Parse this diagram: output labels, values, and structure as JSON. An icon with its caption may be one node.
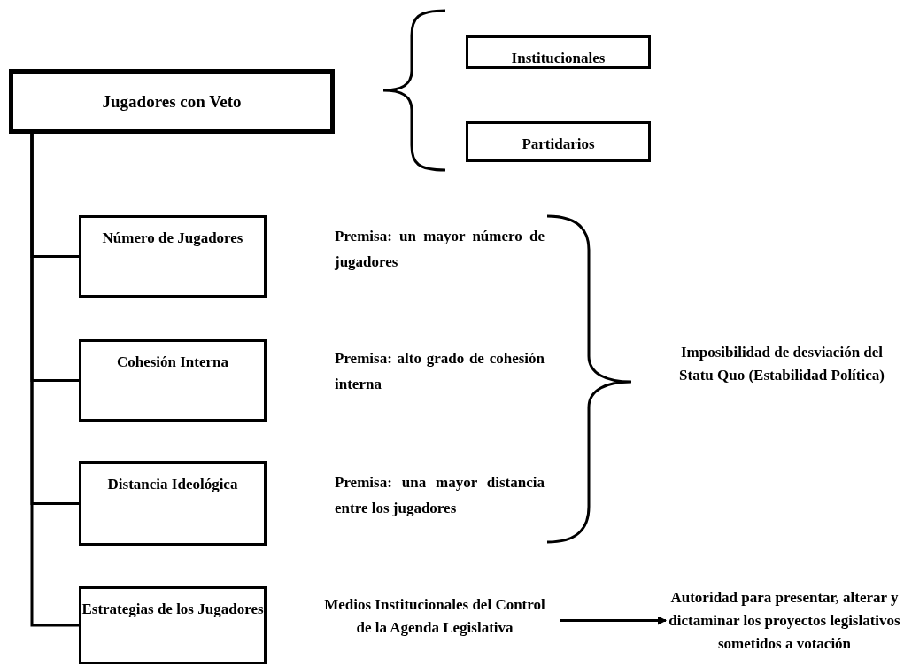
{
  "diagram": {
    "nodes": [
      {
        "text": [
          "Jugadores con Veto"
        ]
      },
      {
        "text": [
          "Institucionales"
        ]
      },
      {
        "text": [
          "Partidarios"
        ]
      },
      {
        "text": [
          "Número de Jugadores"
        ]
      },
      {
        "text": [
          "Cohesión Interna"
        ]
      },
      {
        "text": [
          "Distancia Ideológica"
        ]
      },
      {
        "text": [
          "Estrategias de los Jugadores"
        ]
      },
      {
        "text": [
          "Premisa: un mayor número de jugadores"
        ]
      },
      {
        "text": [
          "Premisa: alto grado de cohesión interna"
        ]
      },
      {
        "text": [
          "Premisa: una mayor distancia entre los jugadores"
        ]
      },
      {
        "text": [
          "Imposibilidad de desviación del Statu Quo (Estabilidad Política)"
        ]
      },
      {
        "text": [
          "Medios Institucionales del Control de la Agenda Legislativa"
        ]
      },
      {
        "text": [
          "Autoridad para presentar, alterar y dictaminar los proyectos legislativos sometidos a votación"
        ]
      }
    ],
    "edges": [
      {
        "from": 0,
        "to": 3,
        "arrow": "none"
      },
      {
        "from": 0,
        "to": 4,
        "arrow": "none"
      },
      {
        "from": 0,
        "to": 5,
        "arrow": "none"
      },
      {
        "from": 0,
        "to": 6,
        "arrow": "none"
      },
      {
        "from": 11,
        "to": 12,
        "arrow": "to"
      }
    ]
  }
}
